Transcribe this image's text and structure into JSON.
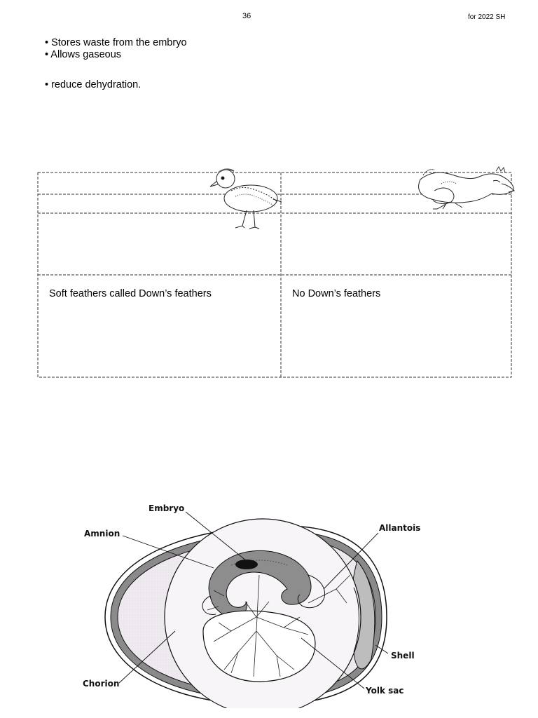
{
  "header": {
    "page_number": "36",
    "right_text": "for 2022 SH"
  },
  "notes": {
    "bullets": [
      "• Stores waste from the embryo",
      "• Allows gaseous"
    ],
    "extra_bullet": "• reduce dehydration."
  },
  "comparison_table": {
    "rows": [
      {
        "left": "Soft feathers called Down’s feathers",
        "right": "No Down’s feathers"
      }
    ],
    "left_image": "plover-chick-illustration",
    "right_image": "hatchling-chick-illustration"
  },
  "egg_diagram": {
    "labels": {
      "embryo": "Embryo",
      "amnion": "Amnion",
      "allantois": "Allantois",
      "shell": "Shell",
      "chorion": "Chorion",
      "yolk_sac": "Yolk sac"
    }
  }
}
